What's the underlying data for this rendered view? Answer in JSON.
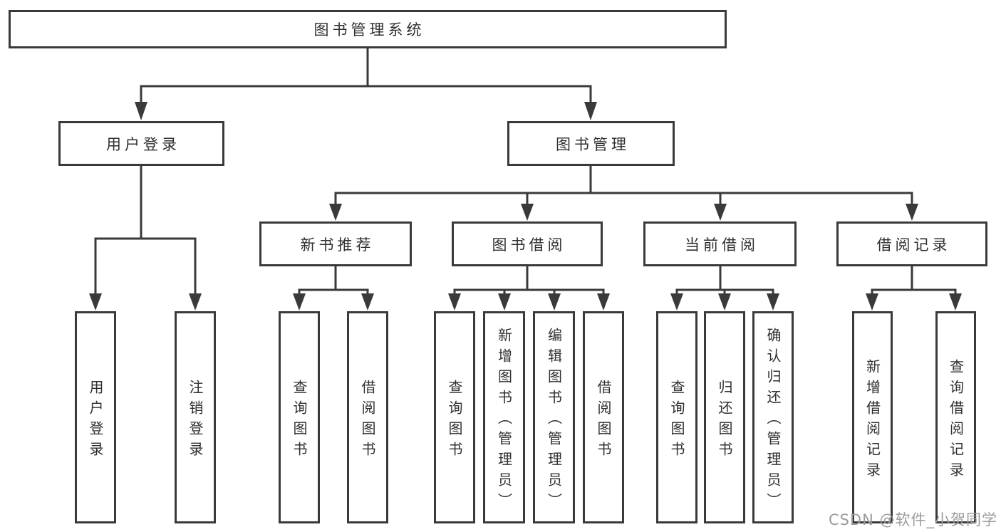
{
  "diagram": {
    "type": "hierarchy-tree",
    "tree": {
      "root": {
        "label": "图书管理系统"
      },
      "branches": [
        {
          "label": "用户登录",
          "leaves": [
            {
              "label": "用户登录"
            },
            {
              "label": "注销登录"
            }
          ]
        },
        {
          "label": "图书管理",
          "groups": [
            {
              "label": "新书推荐",
              "leaves": [
                {
                  "label": "查询图书"
                },
                {
                  "label": "借阅图书"
                }
              ]
            },
            {
              "label": "图书借阅",
              "leaves": [
                {
                  "label": "查询图书"
                },
                {
                  "label": "新增图书（管理员）"
                },
                {
                  "label": "编辑图书（管理员）"
                },
                {
                  "label": "借阅图书"
                }
              ]
            },
            {
              "label": "当前借阅",
              "leaves": [
                {
                  "label": "查询图书"
                },
                {
                  "label": "归还图书"
                },
                {
                  "label": "确认归还（管理员）"
                }
              ]
            },
            {
              "label": "借阅记录",
              "leaves": [
                {
                  "label": "新增借阅记录"
                },
                {
                  "label": "查询借阅记录"
                }
              ]
            }
          ]
        }
      ]
    }
  },
  "watermark": {
    "label": "CSDN @软件_小贺同学"
  },
  "colors": {
    "background": "#ffffff",
    "line": "#3a3a3a",
    "box_border": "#3a3a3a",
    "text": "#2f2f2f",
    "watermark_text": "#9c9c9c"
  }
}
